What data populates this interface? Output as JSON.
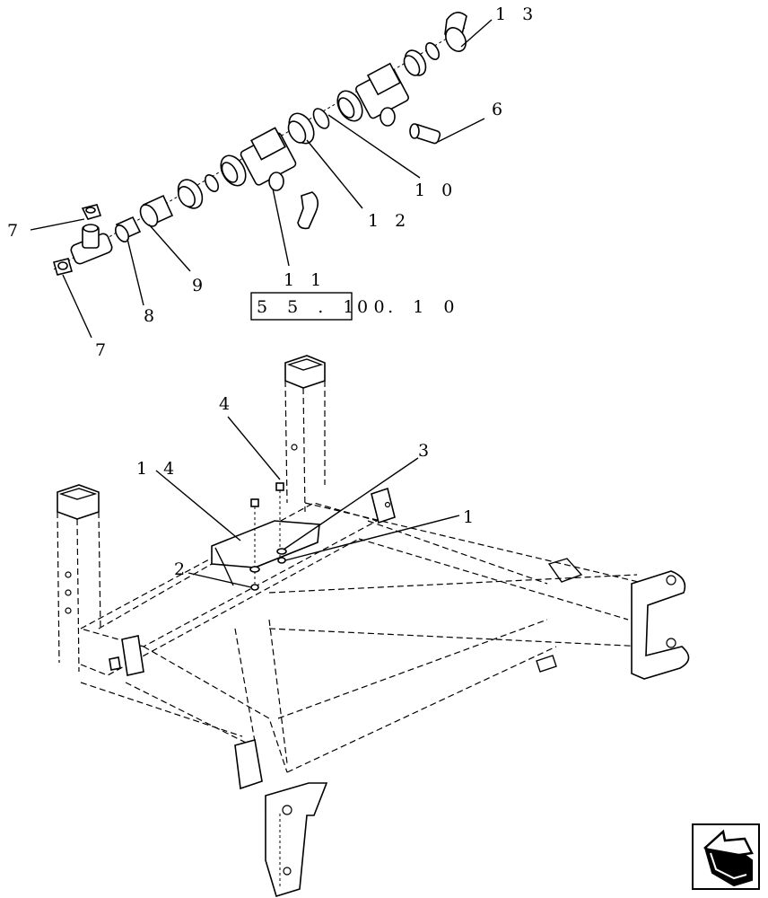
{
  "callouts": {
    "c13": "1 3",
    "c6": "6",
    "c10": "1 0",
    "c12": "1 2",
    "c11": "1 1",
    "c7a": "7",
    "c7b": "7",
    "c8": "8",
    "c9": "9",
    "c4": "4",
    "c3": "3",
    "c14": "1 4",
    "c1": "1",
    "c2": "2"
  },
  "reference": {
    "boxed": "5 5 . 1 0",
    "suffix": "0 . 1 0"
  },
  "nav_icon": "return-arrow-icon"
}
